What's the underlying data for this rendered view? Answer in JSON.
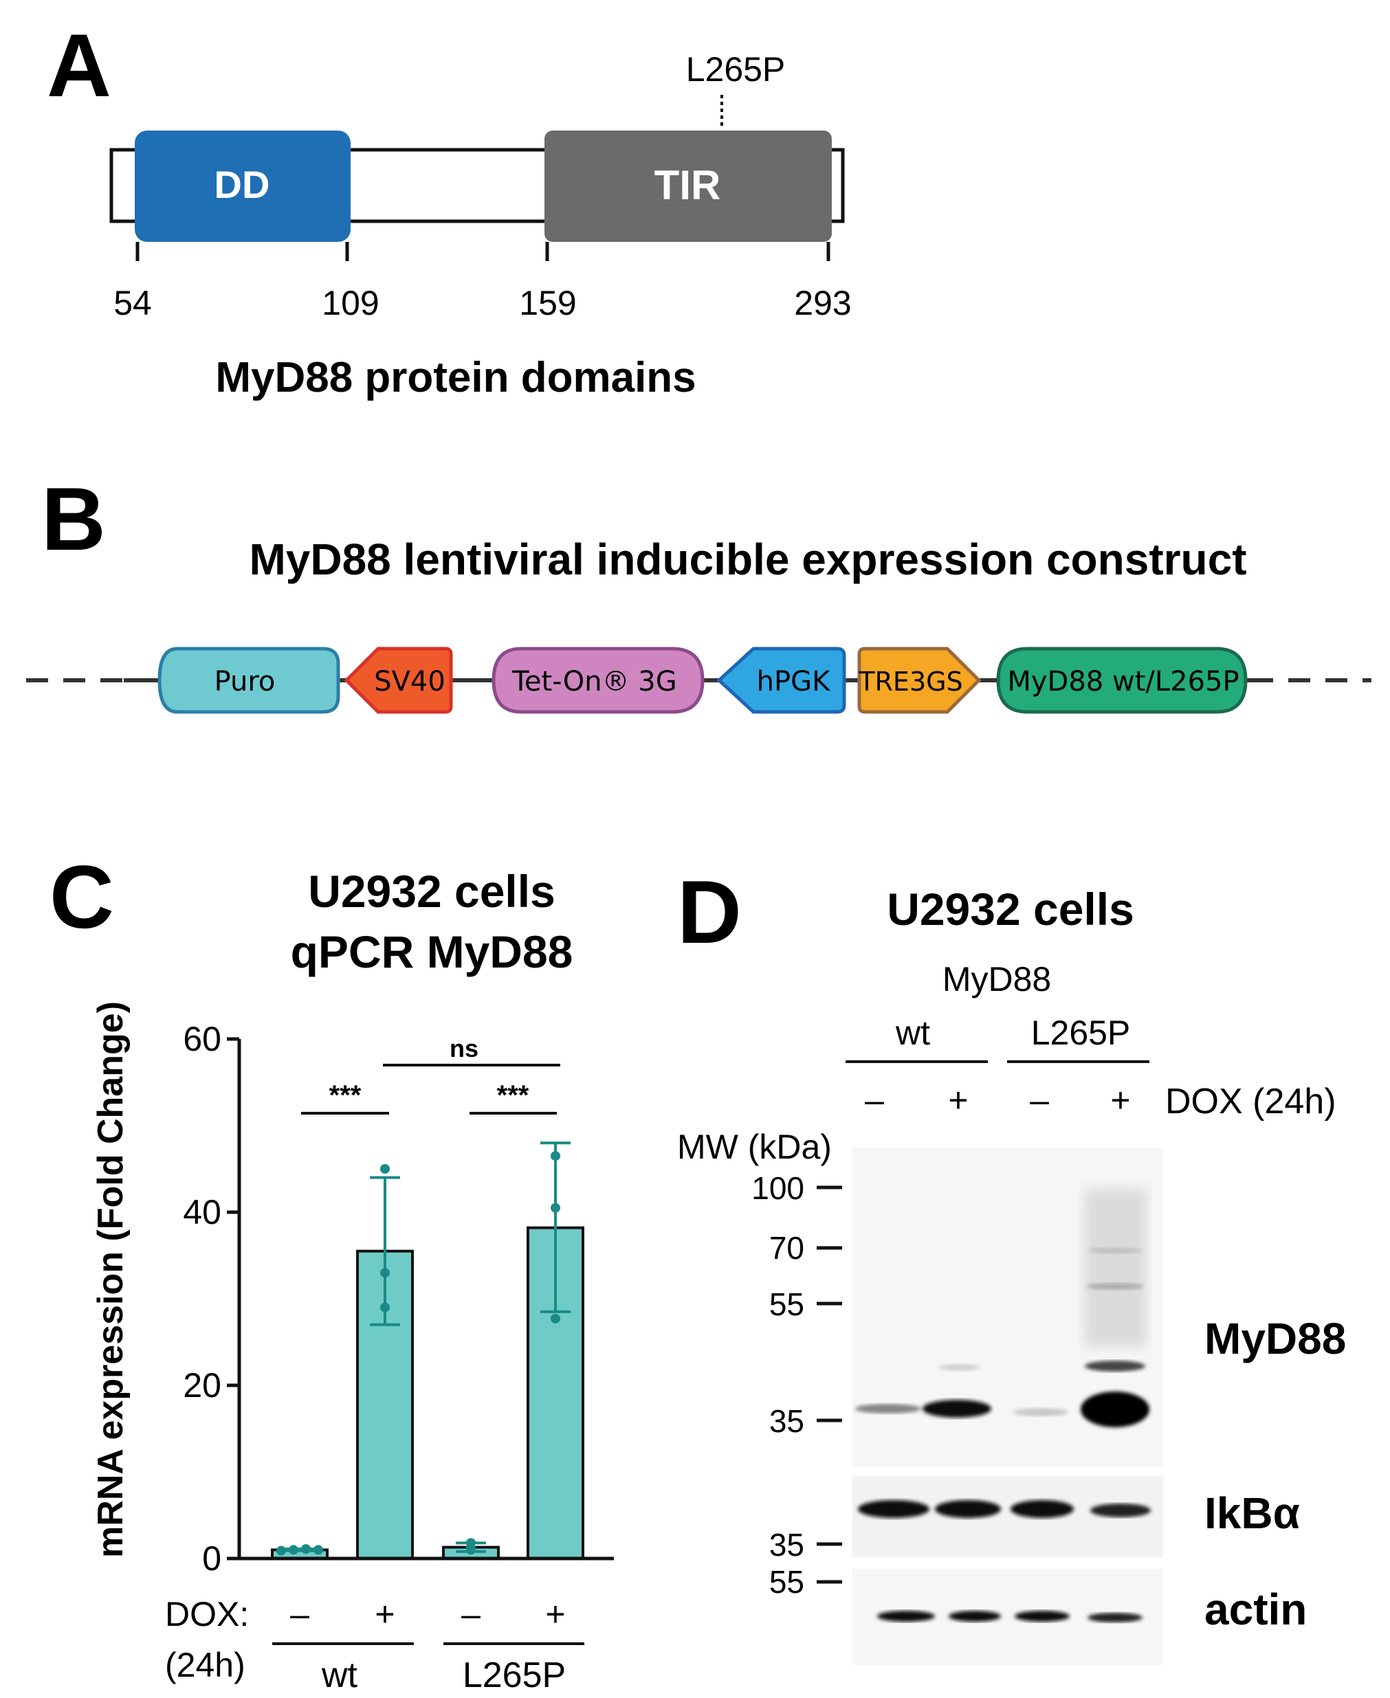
{
  "panel_a": {
    "letter": "A",
    "mutation_label": "L265P",
    "dd_label": "DD",
    "tir_label": "TIR",
    "positions": [
      "54",
      "109",
      "159",
      "293"
    ],
    "caption": "MyD88 protein domains",
    "colors": {
      "dd": "#1f6fb5",
      "tir": "#6b6b6b"
    }
  },
  "panel_b": {
    "letter": "B",
    "title": "MyD88 lentiviral inducible expression construct",
    "elements": [
      {
        "label": "Puro",
        "fill": "#6ecad0",
        "stroke": "#2c7fa8"
      },
      {
        "label": "SV40",
        "fill": "#ef5a2a",
        "stroke": "#d9312a"
      },
      {
        "label": "Tet-On® 3G",
        "fill": "#cf86c0",
        "stroke": "#8c4a8c"
      },
      {
        "label": "hPGK",
        "fill": "#2fa6e2",
        "stroke": "#1e66b5"
      },
      {
        "label": "TRE3GS",
        "fill": "#f5a623",
        "stroke": "#9a6a3a"
      },
      {
        "label": "MyD88 wt/L265P",
        "fill": "#24ab7a",
        "stroke": "#1a6b50"
      }
    ]
  },
  "panel_c": {
    "letter": "C",
    "title_line1": "U2932 cells",
    "title_line2": "qPCR MyD88",
    "ylabel": "mRNA expression (Fold Change)",
    "yticks": [
      "0",
      "20",
      "40",
      "60"
    ],
    "dox_label": "DOX:",
    "dox_sub": "(24h)",
    "dox_signs": [
      "–",
      "+",
      "–",
      "+"
    ],
    "group_labels": [
      "wt",
      "L265P"
    ],
    "sig": {
      "wt": "***",
      "l265p": "***",
      "between": "ns"
    },
    "bar_color": "#6ecbc6",
    "point_color": "#1a8a86"
  },
  "chart_data": {
    "type": "bar",
    "categories": [
      "wt –",
      "wt +",
      "L265P –",
      "L265P +"
    ],
    "values": [
      1.0,
      35.5,
      1.3,
      38.2
    ],
    "error_low": [
      0.9,
      27.0,
      0.8,
      28.5
    ],
    "error_high": [
      1.1,
      44.0,
      1.8,
      48.0
    ],
    "points": [
      [
        0.9,
        1.0,
        1.1,
        1.0
      ],
      [
        45.0,
        33.0,
        29.0
      ],
      [
        1.0,
        1.8,
        1.2
      ],
      [
        46.5,
        40.5,
        27.7
      ]
    ],
    "ylabel": "mRNA expression (Fold Change)",
    "ylim": [
      0,
      60
    ],
    "grid": false
  },
  "panel_d": {
    "letter": "D",
    "title": "U2932 cells",
    "header": "MyD88",
    "groups": [
      "wt",
      "L265P"
    ],
    "dox_signs": [
      "–",
      "+",
      "–",
      "+"
    ],
    "dox_label": "DOX (24h)",
    "mw_label": "MW (kDa)",
    "mw_top": [
      "100",
      "70",
      "55",
      "35"
    ],
    "mw_mid": "35",
    "mw_bot": "55",
    "blot_labels": [
      "MyD88",
      "IkBα",
      "actin"
    ]
  }
}
